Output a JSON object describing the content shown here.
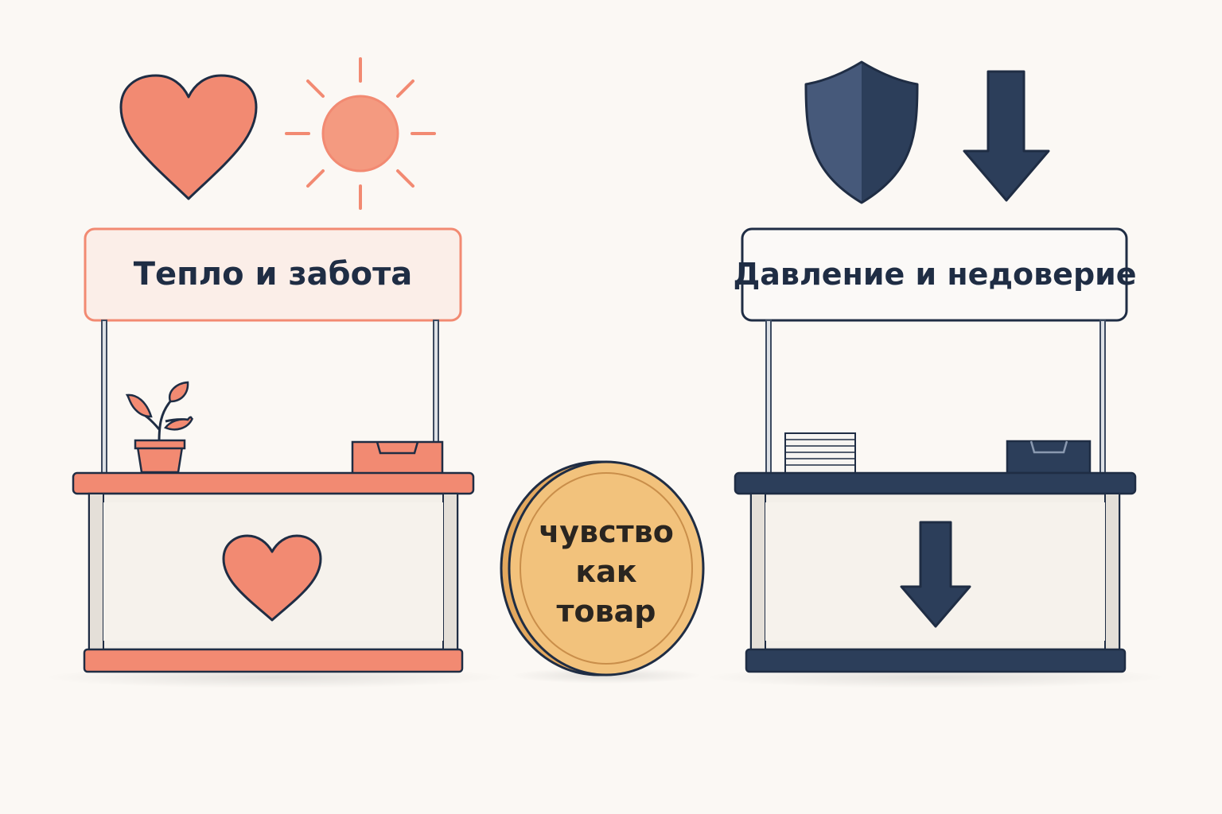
{
  "colors": {
    "background": "#fbf8f4",
    "warm_accent": "#f28a72",
    "warm_light": "#f49a80",
    "warm_sign_bg": "#fbeee8",
    "cold_accent": "#2c3e5a",
    "cold_light": "#46597a",
    "stall_body": "#f3efe9",
    "coin_face": "#f2c27c",
    "coin_edge": "#e3a85e",
    "outline": "#1f2d44"
  },
  "left_stall": {
    "sign_label": "Тепло и забота",
    "icons": [
      "heart-icon",
      "sun-icon",
      "plant-icon",
      "cash-box-icon",
      "heart-icon"
    ]
  },
  "right_stall": {
    "sign_label": "Давление и недоверие",
    "icons": [
      "shield-icon",
      "down-arrow-icon",
      "paper-stack-icon",
      "cash-box-icon",
      "down-arrow-icon"
    ]
  },
  "coin": {
    "lines": [
      "чувство",
      "как",
      "товар"
    ]
  }
}
